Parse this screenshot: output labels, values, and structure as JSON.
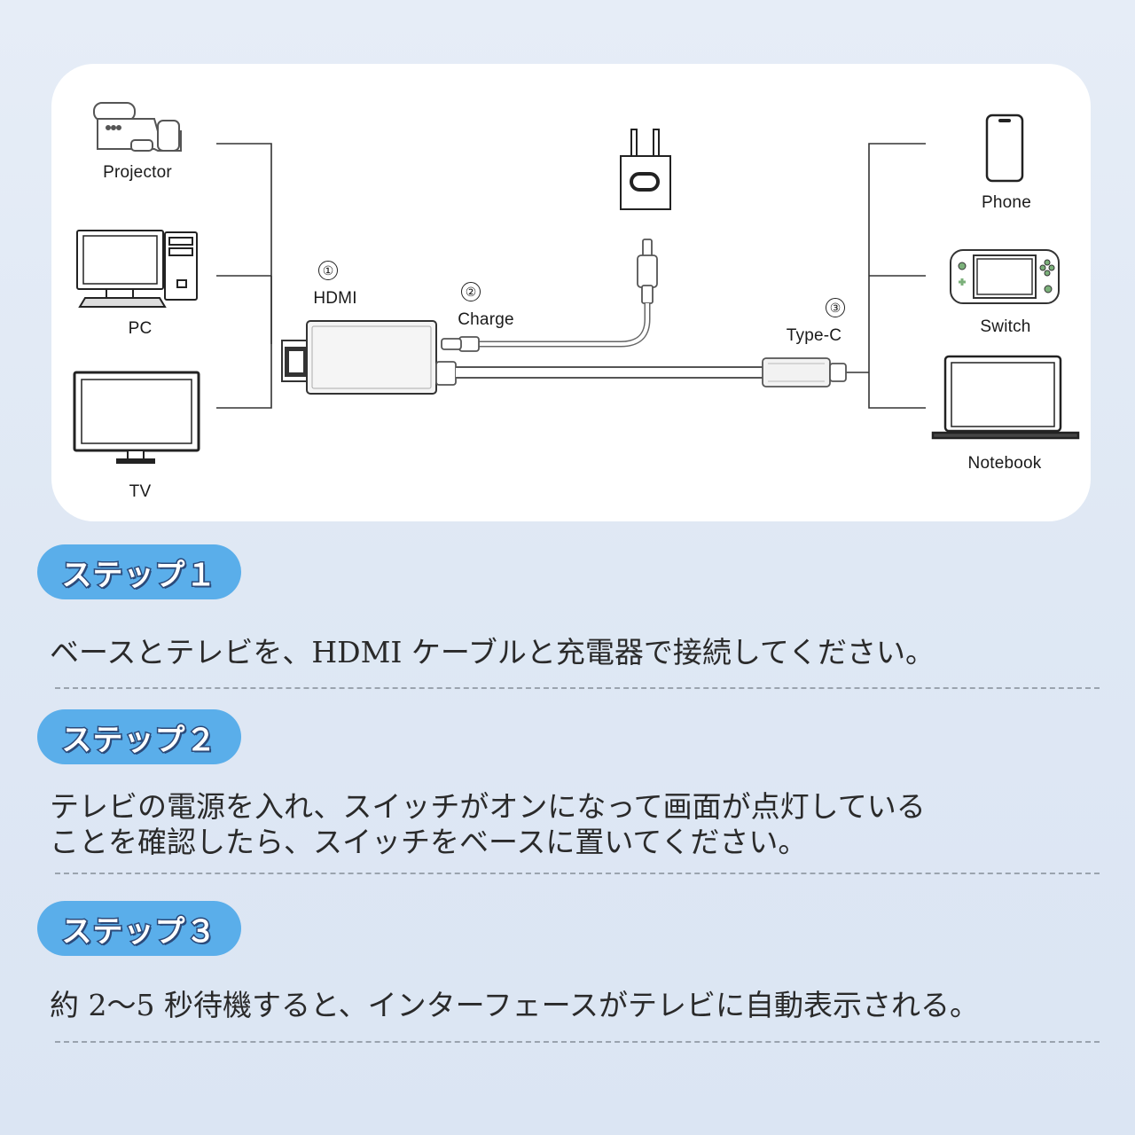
{
  "diagram": {
    "left_devices": [
      "Projector",
      "PC",
      "TV"
    ],
    "right_devices": [
      "Phone",
      "Switch",
      "Notebook"
    ],
    "ports": [
      {
        "num": "①",
        "label": "HDMI"
      },
      {
        "num": "②",
        "label": "Charge"
      },
      {
        "num": "③",
        "label": "Type-C"
      }
    ]
  },
  "steps": [
    {
      "badge": "ステップ１",
      "text": "ベースとテレビを、HDMI ケーブルと充電器で接続してください。"
    },
    {
      "badge": "ステップ２",
      "text": "テレビの電源を入れ、スイッチがオンになって画面が点灯している\nことを確認したら、スイッチをベースに置いてください。"
    },
    {
      "badge": "ステップ３",
      "text": "約 2〜5 秒待機すると、インターフェースがテレビに自動表示される。"
    }
  ],
  "colors": {
    "badge": "#5aaeea",
    "badge_outline": "#2b4a7a",
    "panel": "#ffffff"
  }
}
